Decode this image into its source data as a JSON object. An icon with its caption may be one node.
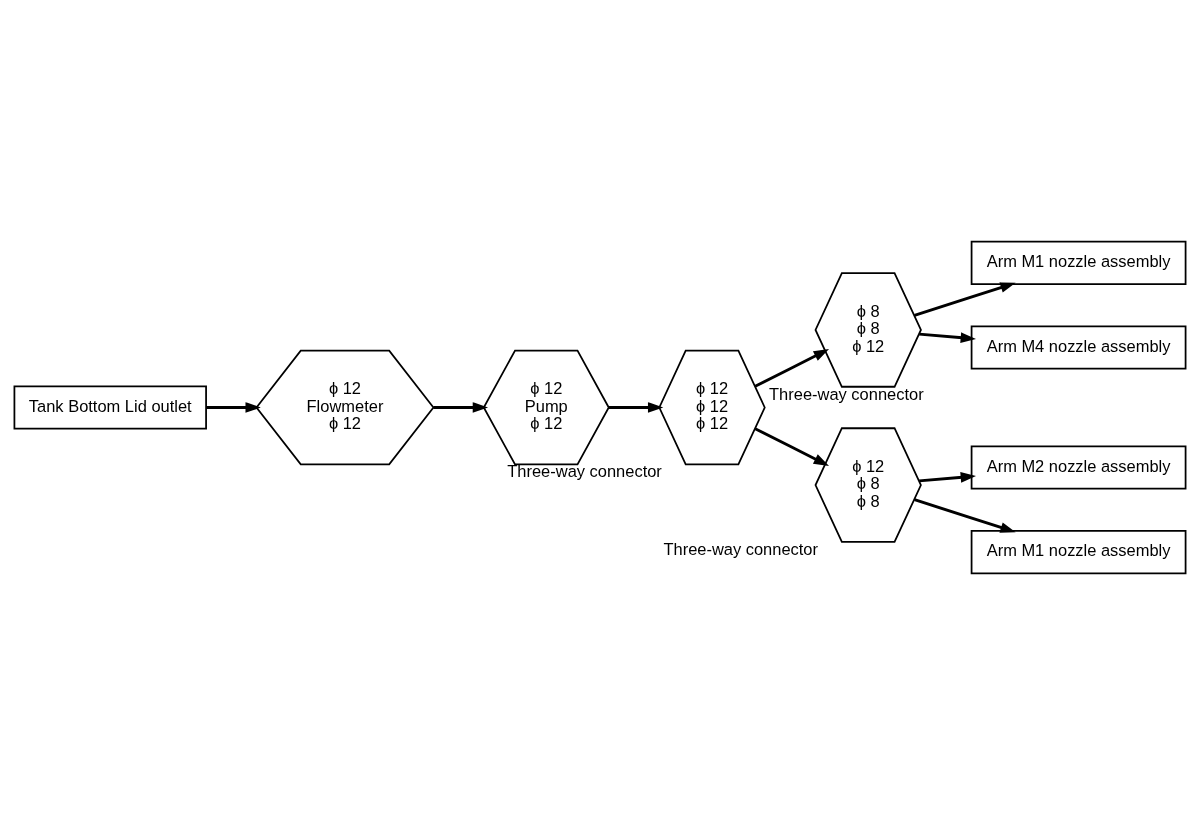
{
  "diagram": {
    "nodes": [
      {
        "text": [
          "Arm M1 nozzle assembly"
        ]
      },
      {
        "text": [
          "ϕ 8",
          "ϕ 8",
          "ϕ 12"
        ],
        "beside": [
          "Three-way connector"
        ]
      },
      {
        "text": [
          "Arm M4 nozzle assembly"
        ]
      },
      {
        "text": [
          "Tank Bottom Lid outlet"
        ]
      },
      {
        "text": [
          "ϕ 12",
          "Flowmeter",
          "ϕ 12"
        ]
      },
      {
        "text": [
          "ϕ 12",
          "Pump",
          "ϕ 12"
        ]
      },
      {
        "text": [
          "ϕ 12",
          "ϕ 12",
          "ϕ 12"
        ],
        "beside": [
          "Three-way connector"
        ]
      },
      {
        "text": [
          "ϕ 12",
          "ϕ 8",
          "ϕ 8"
        ],
        "beside": [
          "Three-way connector"
        ]
      },
      {
        "text": [
          "Arm M2 nozzle assembly"
        ]
      },
      {
        "text": [
          "Arm M1 nozzle assembly"
        ]
      }
    ],
    "edges": [
      {
        "from": 3,
        "to": 4,
        "arrow": "to"
      },
      {
        "from": 4,
        "to": 5,
        "arrow": "to"
      },
      {
        "from": 5,
        "to": 6,
        "arrow": "to"
      },
      {
        "from": 6,
        "to": 1,
        "arrow": "to"
      },
      {
        "from": 1,
        "to": 0,
        "arrow": "to"
      },
      {
        "from": 1,
        "to": 2,
        "arrow": "to"
      },
      {
        "from": 6,
        "to": 7,
        "arrow": "to"
      },
      {
        "from": 7,
        "to": 8,
        "arrow": "to"
      },
      {
        "from": 7,
        "to": 9,
        "arrow": "to"
      }
    ]
  }
}
